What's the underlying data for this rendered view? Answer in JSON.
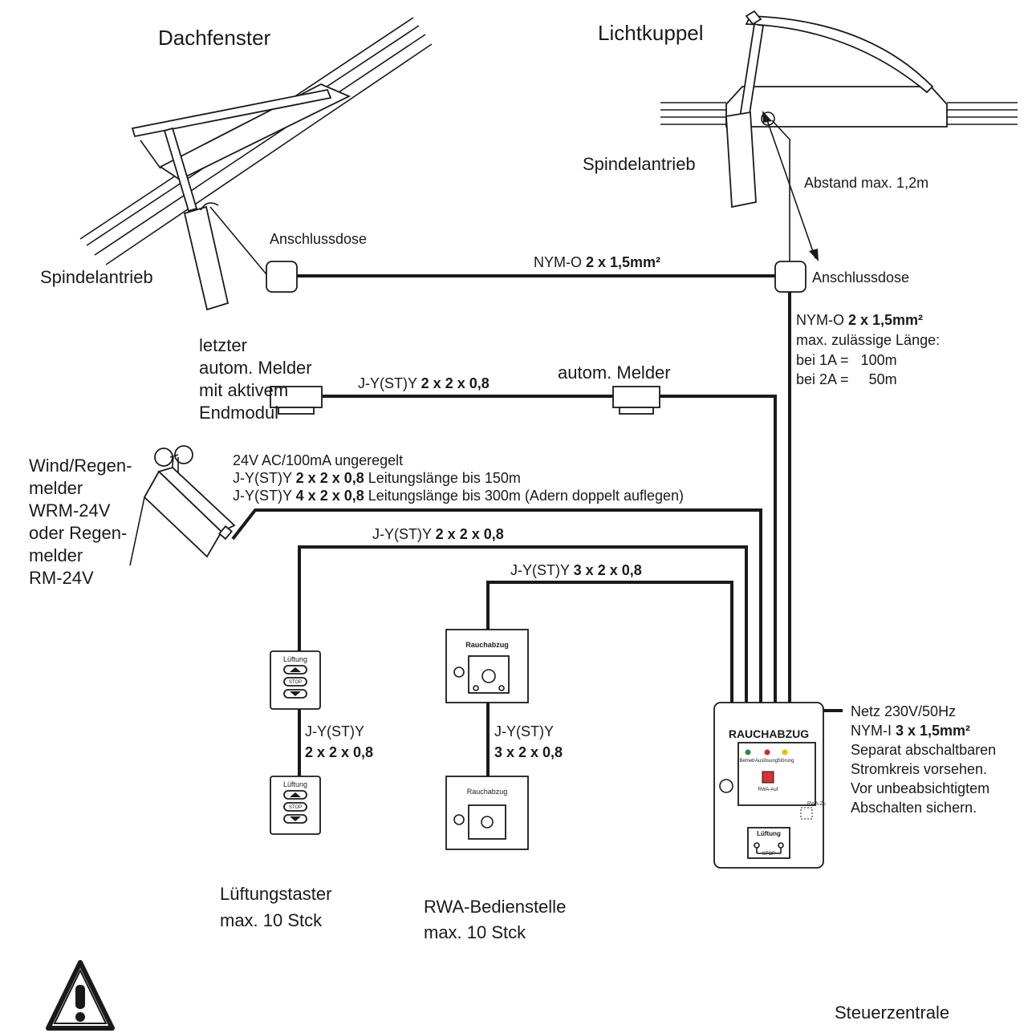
{
  "labels": {
    "dachfenster": "Dachfenster",
    "lichtkuppel": "Lichtkuppel",
    "spindel_left": "Spindelantrieb",
    "spindel_right": "Spindelantrieb",
    "abstand": "Abstand max. 1,2m",
    "dose_left": "Anschlussdose",
    "dose_right": "Anschlussdose",
    "melder_last": [
      "letzter",
      "autom. Melder",
      "mit aktivem",
      "Endmodul"
    ],
    "melder": "autom. Melder",
    "wind": [
      "Wind/Regen-",
      "melder",
      "WRM-24V",
      "oder Regen-",
      "melder",
      "RM-24V"
    ],
    "lueftungstaster": [
      "Lüftungstaster",
      "max. 10 Stck"
    ],
    "rwa_bedienstelle": [
      "RWA-Bedienstelle",
      "max. 10 Stck"
    ],
    "steuerzentrale": "Steuerzentrale"
  },
  "cables": {
    "roof_link": {
      "type": "NYM-O ",
      "spec": "2 x 1,5mm²"
    },
    "main_nym": {
      "type": "NYM-O ",
      "spec": "2 x 1,5mm²",
      "notes": [
        "max. zulässige Länge:",
        "bei 1A =   100m",
        "bei 2A =     50m"
      ]
    },
    "melder_link": {
      "type": "J-Y(ST)Y ",
      "spec": "2 x 2 x 0,8"
    },
    "wind": {
      "supply": "24V AC/100mA ungeregelt",
      "line1_type": "J-Y(ST)Y ",
      "line1_spec": "2 x 2 x 0,8",
      "line1_note": " Leitungslänge bis 150m",
      "line2_type": "J-Y(ST)Y ",
      "line2_spec": "4 x 2 x 0,8",
      "line2_note": " Leitungslänge bis 300m (Adern doppelt auflegen)"
    },
    "lueftung_main": {
      "type": "J-Y(ST)Y ",
      "spec": "2 x 2 x 0,8"
    },
    "rwa_main": {
      "type": "J-Y(ST)Y ",
      "spec": "3 x 2 x 0,8"
    },
    "lueftung_between": {
      "type": "J-Y(ST)Y",
      "spec": "2 x 2 x 0,8"
    },
    "rwa_between": {
      "type": "J-Y(ST)Y",
      "spec": "3 x 2 x 0,8"
    },
    "netz": {
      "title": "Netz 230V/50Hz",
      "type": "NYM-I ",
      "spec": "3 x 1,5mm²",
      "notes": [
        "Separat abschaltbaren",
        "Stromkreis vorsehen.",
        "Vor unbeabsichtigtem",
        "Abschalten sichern."
      ]
    }
  },
  "devices": {
    "taster_label": "Lüftung",
    "taster_stop": "STOP",
    "rwa_label": "Rauchabzug",
    "panel_title": "RAUCHABZUG",
    "panel_leds": [
      "Betrieb",
      "Auslösung",
      "Störung"
    ],
    "panel_rwa_auf": "RWA-Auf",
    "panel_rwa_zu": "RWA-Zu",
    "panel_lueftung": "Lüftung",
    "panel_stop": "STOP"
  },
  "colors": {
    "ink": "#1a1a1a",
    "led_green": "#2e8b3d",
    "led_red": "#d22b2b",
    "led_yellow": "#e2c200",
    "button_red": "#d93030"
  }
}
